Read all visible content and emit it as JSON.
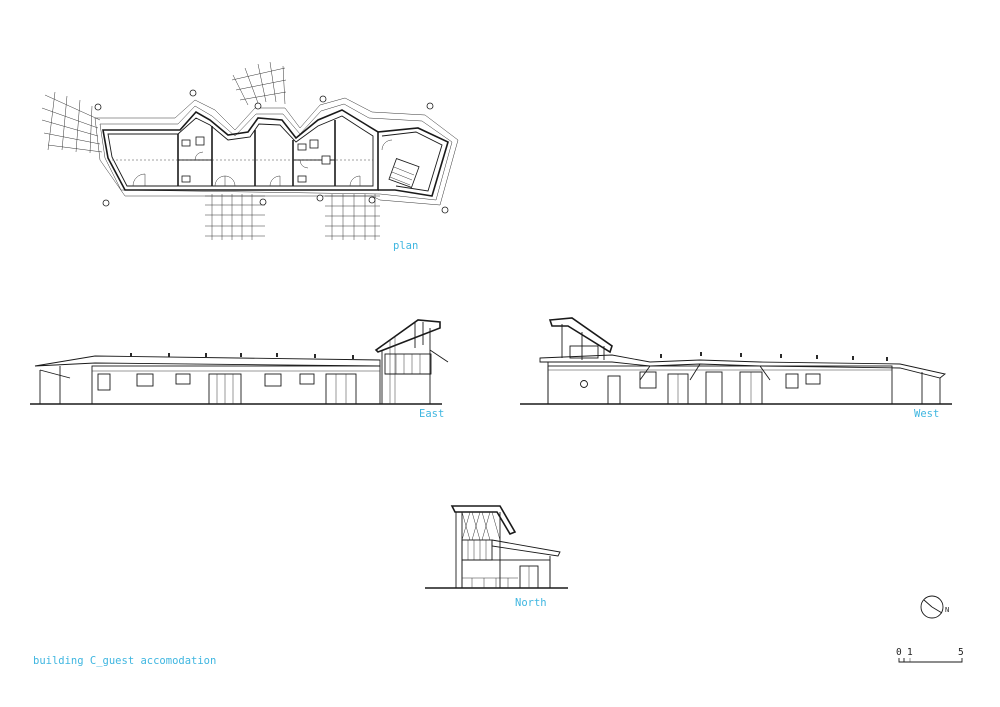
{
  "labels": {
    "plan": "plan",
    "east": "East",
    "west": "West",
    "north": "North",
    "title": "building C_guest accomodation"
  },
  "scale_bar": {
    "start": "0",
    "mid": "1",
    "end": "5"
  },
  "north_arrow": {
    "letter": "N"
  },
  "colors": {
    "label": "#3fb6e0",
    "line": "#1a1a1a"
  }
}
